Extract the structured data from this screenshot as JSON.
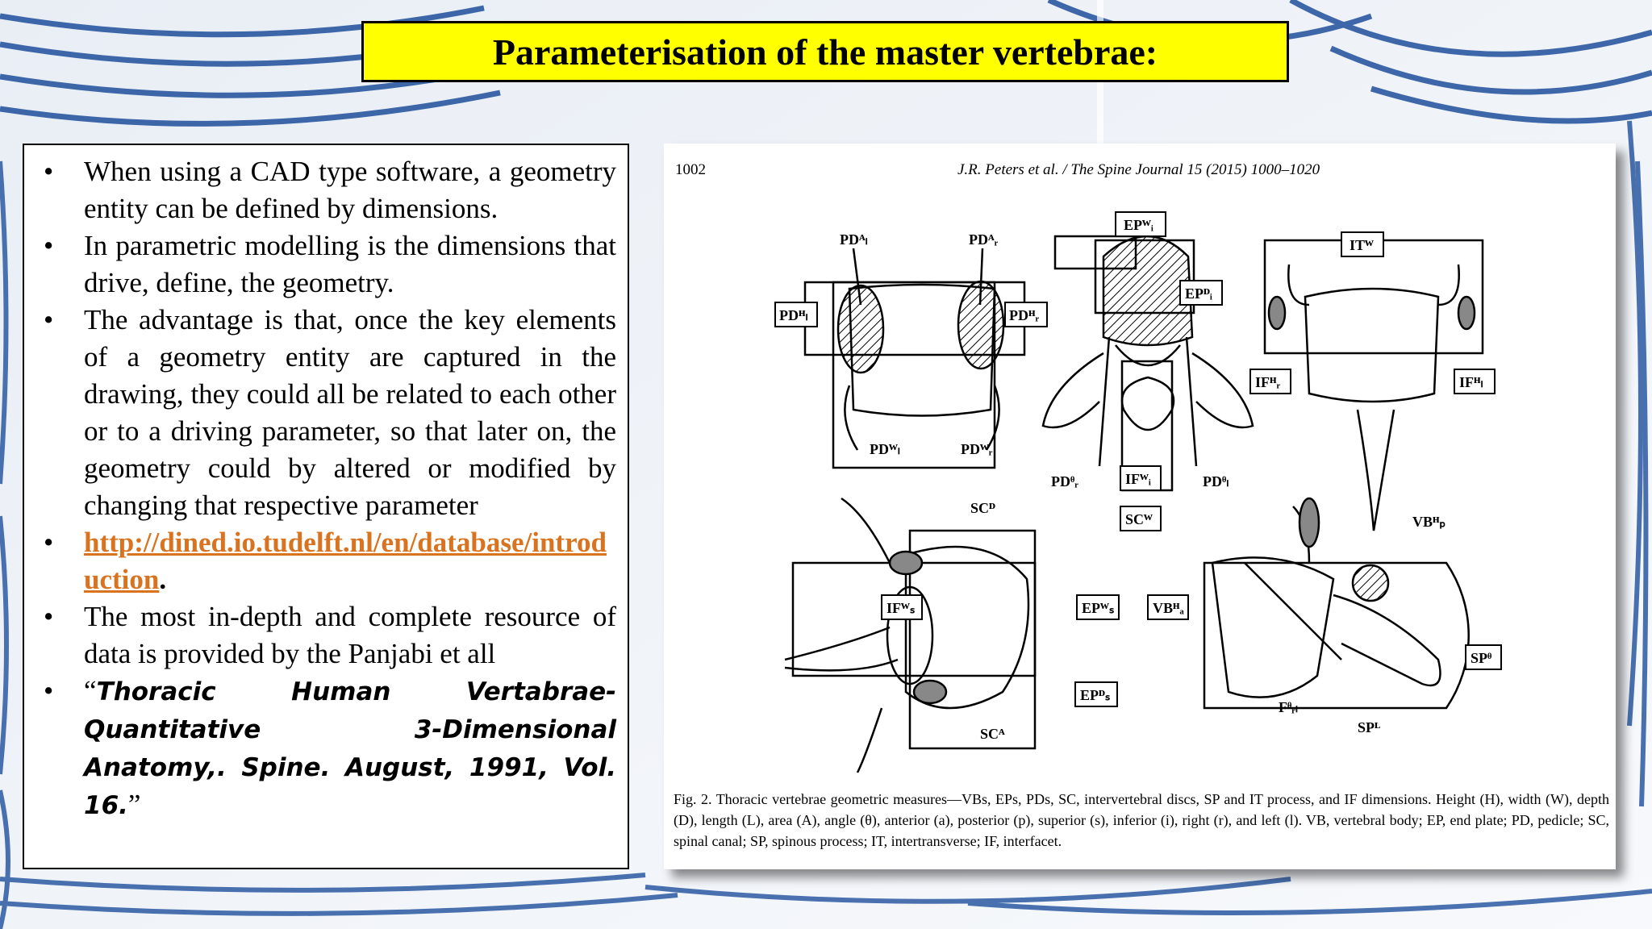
{
  "title": "Parameterisation of the master vertebrae:",
  "bullets": [
    "When using a CAD type software, a geometry entity can be defined by dimensions.",
    "In parametric modelling is the dimensions that drive, define, the geometry.",
    "The advantage is that, once the key elements of a geometry entity are captured in the drawing, they could all be related to each other or to a driving parameter, so that later on, the geometry could by altered or modified by changing that respective parameter",
    "http://dined.io.tudelft.nl/en/database/introduction",
    "The most in-depth and complete resource of data is provided by the Panjabi et all"
  ],
  "link_suffix": ".",
  "reference": {
    "open_quote": "“",
    "text": "Thoracic Human Vertabrae- Quantitative 3-Dimensional Anatomy,. Spine. August, 1991, Vol. 16.",
    "close_quote": "”"
  },
  "figure": {
    "page_number": "1002",
    "journal_header": "J.R. Peters et al. / The Spine Journal 15 (2015) 1000–1020",
    "caption": "Fig. 2. Thoracic vertebrae geometric measures—VBs, EPs, PDs, SC, intervertebral discs, SP and IT process, and IF dimensions. Height (H), width (W), depth (D), length (L), area (A), angle (θ), anterior (a), posterior (p), superior (s), inferior (i), right (r), and left (l). VB, vertebral body; EP, end plate; PD, pedicle; SC, spinal canal; SP, spinous process; IT, intertransverse; IF, interfacet.",
    "labels": {
      "pd_a_l": "PDᴬₗ",
      "pd_a_r": "PDᴬᵣ",
      "pd_h_l": "PDᴴₗ",
      "pd_h_r": "PDᴴᵣ",
      "pd_w_l": "PDᵂₗ",
      "pd_w_r": "PDᵂᵣ",
      "ep_w_i": "EPᵂᵢ",
      "ep_d_i": "EPᴰᵢ",
      "pd_theta_r": "PDᶿᵣ",
      "pd_theta_l": "PDᶿₗ",
      "if_w_i": "IFᵂᵢ",
      "sc_w": "SCᵂ",
      "it_w": "ITᵂ",
      "if_h_r": "IFᴴᵣ",
      "if_h_l": "IFᴴₗ",
      "sc_d": "SCᴰ",
      "if_w_s": "IFᵂₛ",
      "ep_w_s": "EPᵂₛ",
      "ep_d_s": "EPᴰₛ",
      "sc_a": "SCᴬ",
      "vb_h_p": "VBᴴₚ",
      "vb_h_a": "VBᴴₐ",
      "sp_theta": "SPᶿ",
      "f_theta_rl": "Fᶿᵣₗ",
      "sp_l": "SPᴸ"
    }
  },
  "colors": {
    "title_bg": "#ffff00",
    "link": "#d9731f"
  }
}
